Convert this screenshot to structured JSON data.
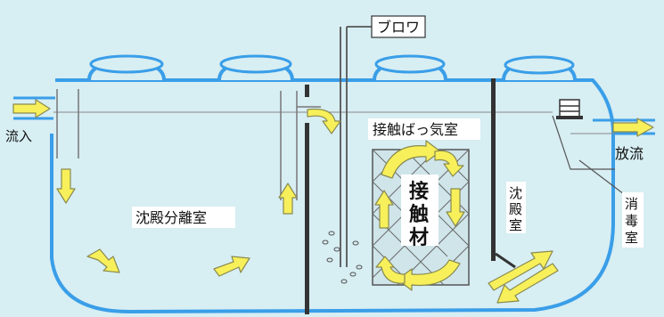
{
  "labels": {
    "inflow": "流入",
    "outflow": "放流",
    "blower": "ブロワ",
    "settling_separation_chamber": "沈殿分離室",
    "contact_aeration_chamber": "接触ばっ気室",
    "contact_media_line1": "接",
    "contact_media_line2": "触",
    "contact_media_line3": "材",
    "sedimentation_chamber_line1": "沈",
    "sedimentation_chamber_line2": "殿",
    "sedimentation_chamber_line3": "室",
    "disinfection_chamber_line1": "消",
    "disinfection_chamber_line2": "毒",
    "disinfection_chamber_line3": "室"
  },
  "colors": {
    "background": "#d7eef3",
    "tank_outline": "#3a9ee8",
    "arrow_fill": "#f7f05a",
    "arrow_stroke": "#8a8a50",
    "label_box": "#ffffff",
    "media_grid": "#6a6a6a",
    "partition": "#333333"
  }
}
